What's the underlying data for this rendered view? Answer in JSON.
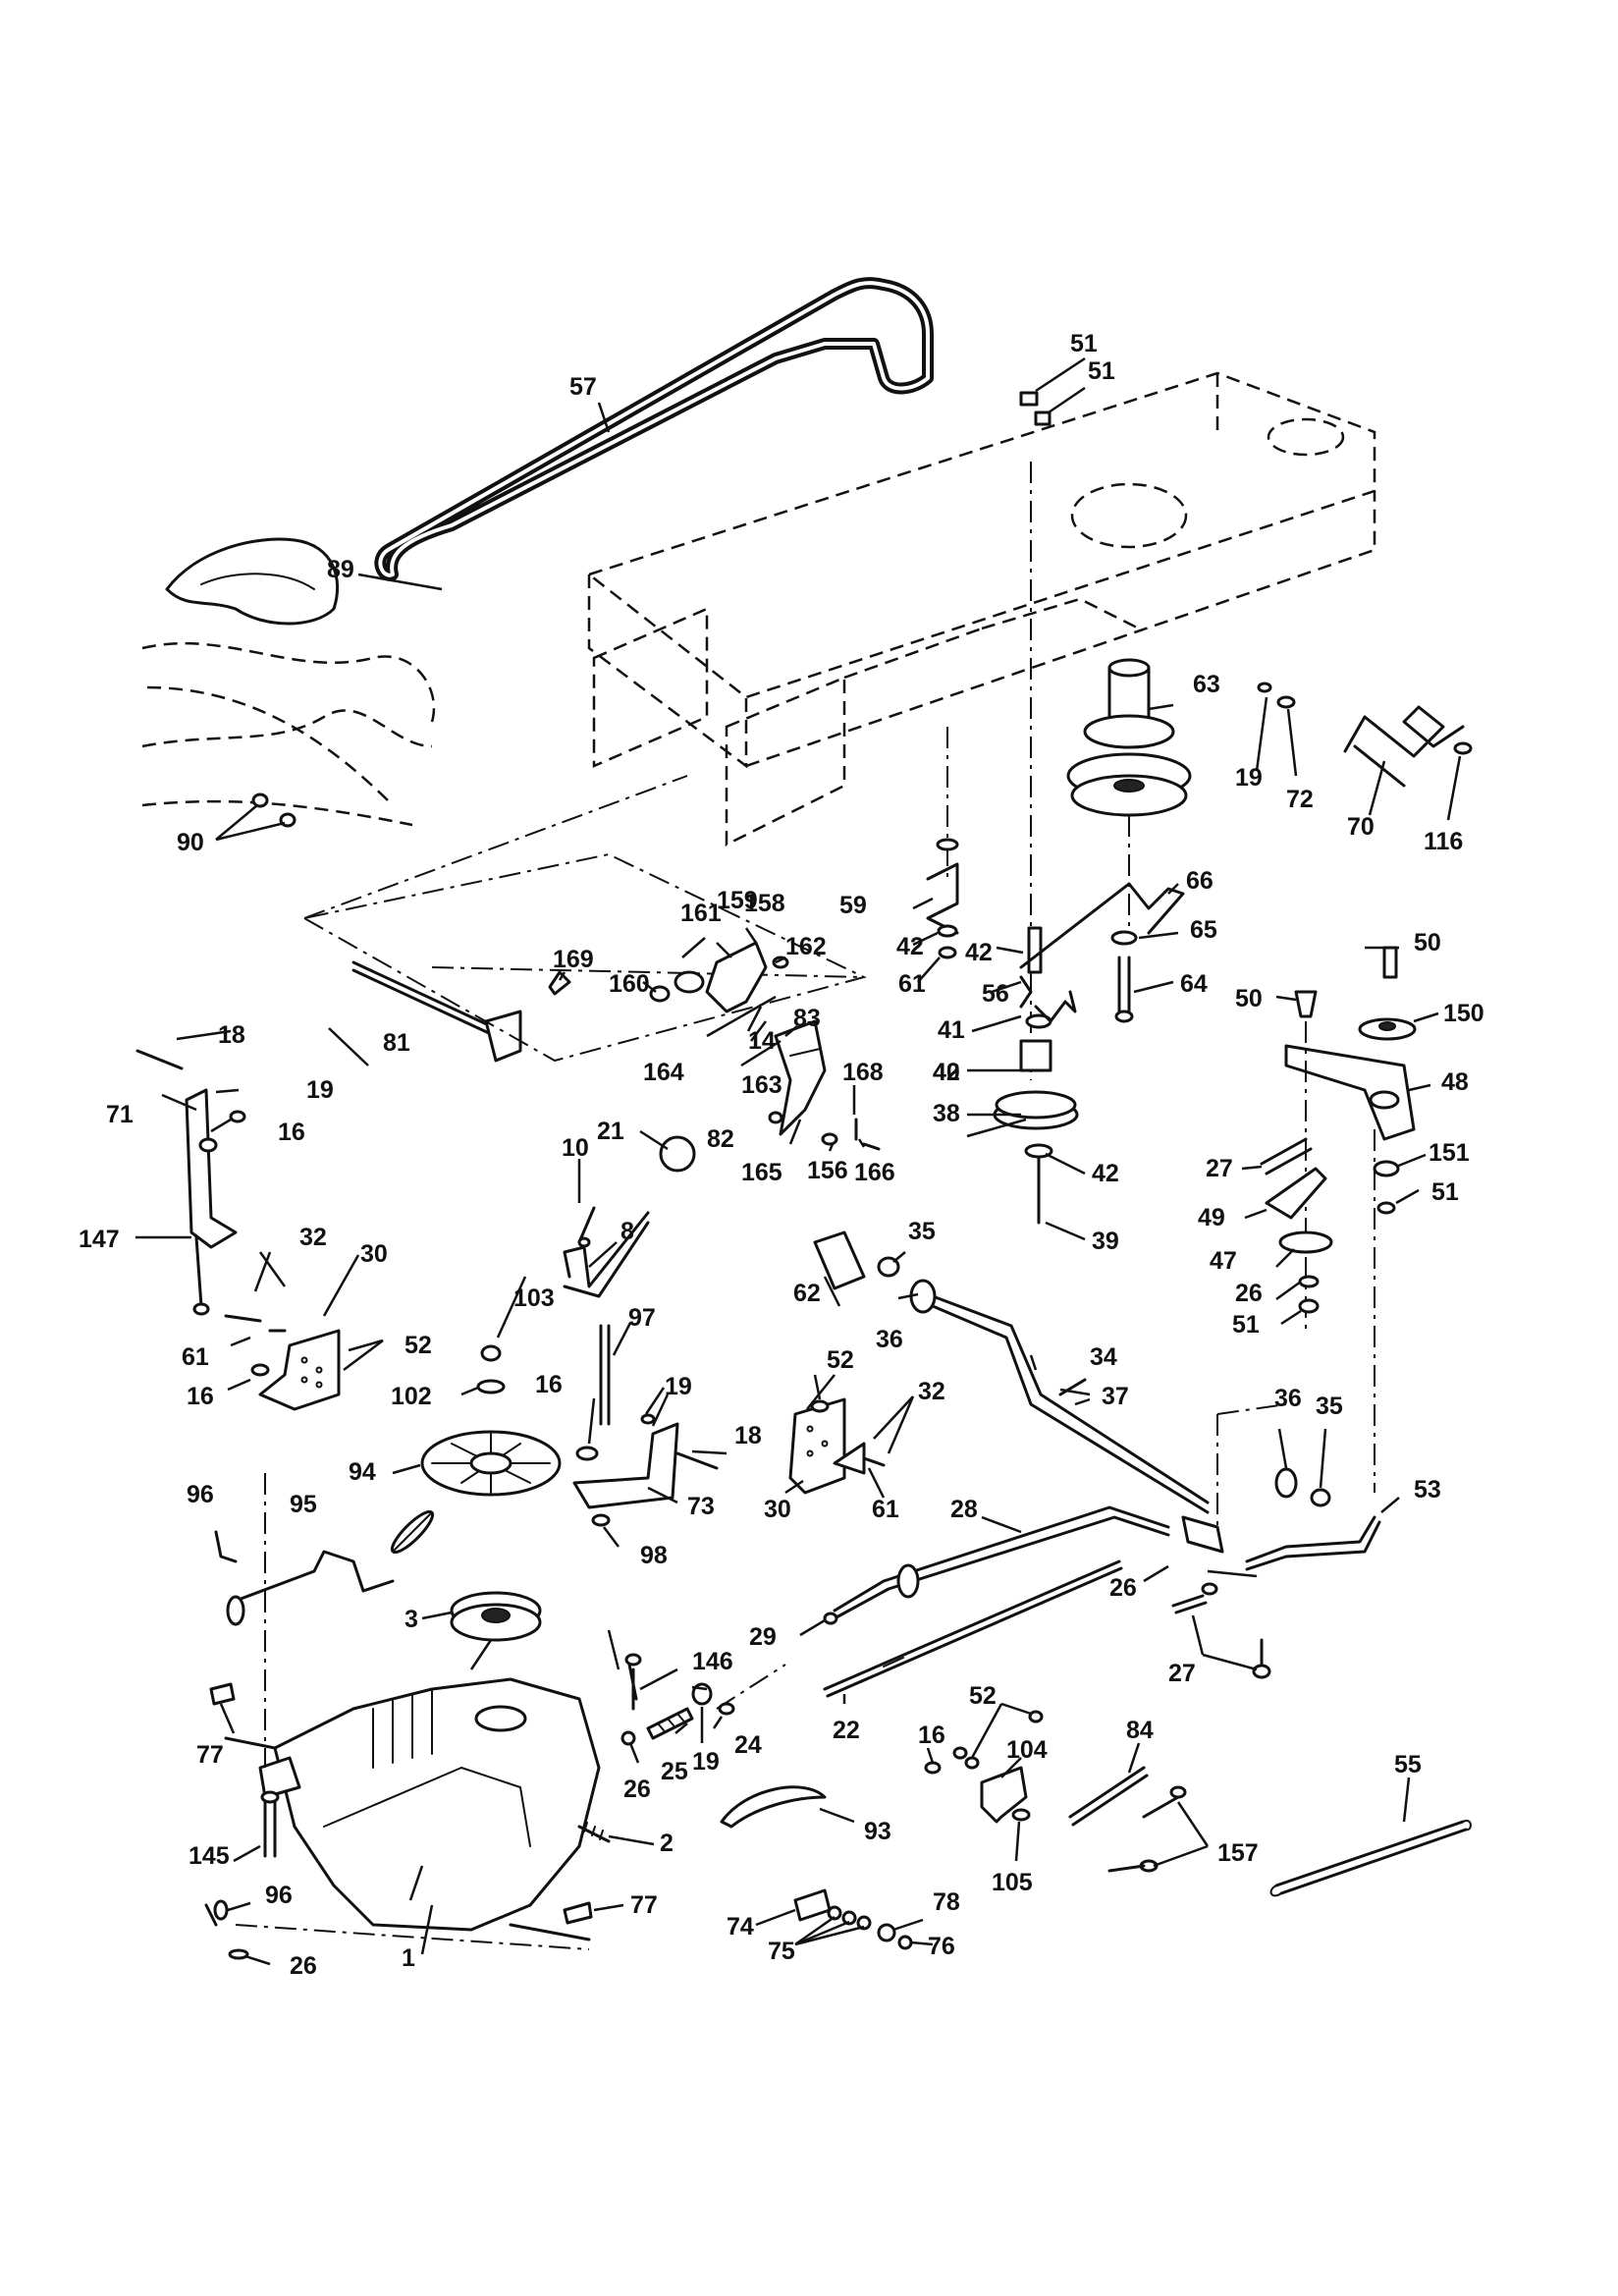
{
  "diagram": {
    "callouts": [
      {
        "id": "c1",
        "label": "1"
      },
      {
        "id": "c2",
        "label": "2"
      },
      {
        "id": "c3",
        "label": "3"
      },
      {
        "id": "c8",
        "label": "8"
      },
      {
        "id": "c10",
        "label": "10"
      },
      {
        "id": "c14",
        "label": "14"
      },
      {
        "id": "c16a",
        "label": "16"
      },
      {
        "id": "c16b",
        "label": "16"
      },
      {
        "id": "c16c",
        "label": "16"
      },
      {
        "id": "c16d",
        "label": "16"
      },
      {
        "id": "c18a",
        "label": "18"
      },
      {
        "id": "c18b",
        "label": "18"
      },
      {
        "id": "c19a",
        "label": "19"
      },
      {
        "id": "c19b",
        "label": "19"
      },
      {
        "id": "c19c",
        "label": "19"
      },
      {
        "id": "c19d",
        "label": "19"
      },
      {
        "id": "c21",
        "label": "21"
      },
      {
        "id": "c22",
        "label": "22"
      },
      {
        "id": "c24",
        "label": "24"
      },
      {
        "id": "c25",
        "label": "25"
      },
      {
        "id": "c26a",
        "label": "26"
      },
      {
        "id": "c26b",
        "label": "26"
      },
      {
        "id": "c26c",
        "label": "26"
      },
      {
        "id": "c26d",
        "label": "26"
      },
      {
        "id": "c27a",
        "label": "27"
      },
      {
        "id": "c27b",
        "label": "27"
      },
      {
        "id": "c28",
        "label": "28"
      },
      {
        "id": "c29",
        "label": "29"
      },
      {
        "id": "c30a",
        "label": "30"
      },
      {
        "id": "c30b",
        "label": "30"
      },
      {
        "id": "c32a",
        "label": "32"
      },
      {
        "id": "c32b",
        "label": "32"
      },
      {
        "id": "c34",
        "label": "34"
      },
      {
        "id": "c35a",
        "label": "35"
      },
      {
        "id": "c35b",
        "label": "35"
      },
      {
        "id": "c36a",
        "label": "36"
      },
      {
        "id": "c36b",
        "label": "36"
      },
      {
        "id": "c37",
        "label": "37"
      },
      {
        "id": "c38",
        "label": "38"
      },
      {
        "id": "c39",
        "label": "39"
      },
      {
        "id": "c40",
        "label": "40"
      },
      {
        "id": "c41",
        "label": "41"
      },
      {
        "id": "c42a",
        "label": "42"
      },
      {
        "id": "c42b",
        "label": "42"
      },
      {
        "id": "c42c",
        "label": "42"
      },
      {
        "id": "c42d",
        "label": "42"
      },
      {
        "id": "c47",
        "label": "47"
      },
      {
        "id": "c48",
        "label": "48"
      },
      {
        "id": "c49",
        "label": "49"
      },
      {
        "id": "c50a",
        "label": "50"
      },
      {
        "id": "c50b",
        "label": "50"
      },
      {
        "id": "c51a",
        "label": "51"
      },
      {
        "id": "c51b",
        "label": "51"
      },
      {
        "id": "c51c",
        "label": "51"
      },
      {
        "id": "c51d",
        "label": "51"
      },
      {
        "id": "c52a",
        "label": "52"
      },
      {
        "id": "c52b",
        "label": "52"
      },
      {
        "id": "c52c",
        "label": "52"
      },
      {
        "id": "c53",
        "label": "53"
      },
      {
        "id": "c55",
        "label": "55"
      },
      {
        "id": "c56",
        "label": "56"
      },
      {
        "id": "c57",
        "label": "57"
      },
      {
        "id": "c59",
        "label": "59"
      },
      {
        "id": "c61a",
        "label": "61"
      },
      {
        "id": "c61b",
        "label": "61"
      },
      {
        "id": "c61c",
        "label": "61"
      },
      {
        "id": "c62",
        "label": "62"
      },
      {
        "id": "c63",
        "label": "63"
      },
      {
        "id": "c64",
        "label": "64"
      },
      {
        "id": "c65",
        "label": "65"
      },
      {
        "id": "c66",
        "label": "66"
      },
      {
        "id": "c70",
        "label": "70"
      },
      {
        "id": "c71",
        "label": "71"
      },
      {
        "id": "c72",
        "label": "72"
      },
      {
        "id": "c73",
        "label": "73"
      },
      {
        "id": "c74",
        "label": "74"
      },
      {
        "id": "c75",
        "label": "75"
      },
      {
        "id": "c76",
        "label": "76"
      },
      {
        "id": "c77a",
        "label": "77"
      },
      {
        "id": "c77b",
        "label": "77"
      },
      {
        "id": "c78",
        "label": "78"
      },
      {
        "id": "c81",
        "label": "81"
      },
      {
        "id": "c82",
        "label": "82"
      },
      {
        "id": "c83",
        "label": "83"
      },
      {
        "id": "c84",
        "label": "84"
      },
      {
        "id": "c89",
        "label": "89"
      },
      {
        "id": "c90",
        "label": "90"
      },
      {
        "id": "c93",
        "label": "93"
      },
      {
        "id": "c94",
        "label": "94"
      },
      {
        "id": "c95",
        "label": "95"
      },
      {
        "id": "c96a",
        "label": "96"
      },
      {
        "id": "c96b",
        "label": "96"
      },
      {
        "id": "c97",
        "label": "97"
      },
      {
        "id": "c98",
        "label": "98"
      },
      {
        "id": "c102",
        "label": "102"
      },
      {
        "id": "c103",
        "label": "103"
      },
      {
        "id": "c104",
        "label": "104"
      },
      {
        "id": "c105",
        "label": "105"
      },
      {
        "id": "c116",
        "label": "116"
      },
      {
        "id": "c145",
        "label": "145"
      },
      {
        "id": "c146",
        "label": "146"
      },
      {
        "id": "c147",
        "label": "147"
      },
      {
        "id": "c150",
        "label": "150"
      },
      {
        "id": "c151",
        "label": "151"
      },
      {
        "id": "c156",
        "label": "156"
      },
      {
        "id": "c157",
        "label": "157"
      },
      {
        "id": "c158",
        "label": "158"
      },
      {
        "id": "c159",
        "label": "159"
      },
      {
        "id": "c160",
        "label": "160"
      },
      {
        "id": "c161",
        "label": "161"
      },
      {
        "id": "c162",
        "label": "162"
      },
      {
        "id": "c163",
        "label": "163"
      },
      {
        "id": "c164",
        "label": "164"
      },
      {
        "id": "c165",
        "label": "165"
      },
      {
        "id": "c166",
        "label": "166"
      },
      {
        "id": "c168",
        "label": "168"
      },
      {
        "id": "c169",
        "label": "169"
      }
    ]
  }
}
